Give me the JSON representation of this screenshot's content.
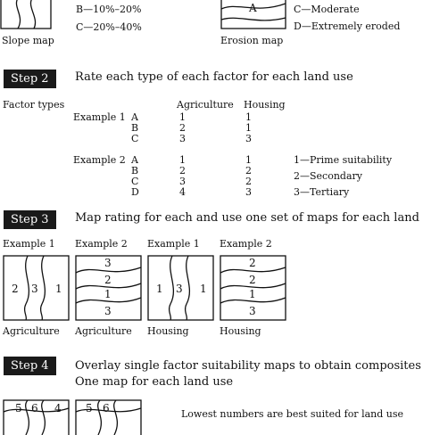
{
  "top": {
    "slope_legend": [
      "B—10%–20%",
      "C—20%–40%"
    ],
    "slope_caption": "Slope map",
    "erosion_region": "A",
    "erosion_legend": [
      "C—Moderate",
      "D—Extremely eroded"
    ],
    "erosion_caption": "Erosion map"
  },
  "step2": {
    "badge": "Step 2",
    "title": "Rate each type of each factor for each land use",
    "factor_types_label": "Factor types",
    "col_agriculture": "Agriculture",
    "col_housing": "Housing",
    "example1": {
      "label": "Example 1",
      "rows": [
        {
          "type": "A",
          "agriculture": "1",
          "housing": "1"
        },
        {
          "type": "B",
          "agriculture": "2",
          "housing": "1"
        },
        {
          "type": "C",
          "agriculture": "3",
          "housing": "3"
        }
      ]
    },
    "example2": {
      "label": "Example 2",
      "rows": [
        {
          "type": "A",
          "agriculture": "1",
          "housing": "1"
        },
        {
          "type": "B",
          "agriculture": "2",
          "housing": "2"
        },
        {
          "type": "C",
          "agriculture": "3",
          "housing": "2"
        },
        {
          "type": "D",
          "agriculture": "4",
          "housing": "3"
        }
      ]
    },
    "legend": [
      "1—Prime suitability",
      "2—Secondary",
      "3—Tertiary"
    ]
  },
  "step3": {
    "badge": "Step 3",
    "title": "Map rating for each and use one set of maps for each land use",
    "maps": [
      {
        "header": "Example 1",
        "caption": "Agriculture",
        "labels": [
          "2",
          "3",
          "1"
        ]
      },
      {
        "header": "Example 2",
        "caption": "Agriculture",
        "labels": [
          "3",
          "2",
          "1",
          "3"
        ]
      },
      {
        "header": "Example 1",
        "caption": "Housing",
        "labels": [
          "1",
          "3",
          "1"
        ]
      },
      {
        "header": "Example 2",
        "caption": "Housing",
        "labels": [
          "2",
          "2",
          "1",
          "3"
        ]
      }
    ]
  },
  "step4": {
    "badge": "Step 4",
    "title_line1": "Overlay single factor suitability maps to obtain composites",
    "title_line2": "One map for each land use",
    "composite_labels": [
      "5",
      "6",
      "4",
      "5",
      "6"
    ],
    "note": "Lowest numbers are best suited for land use"
  }
}
